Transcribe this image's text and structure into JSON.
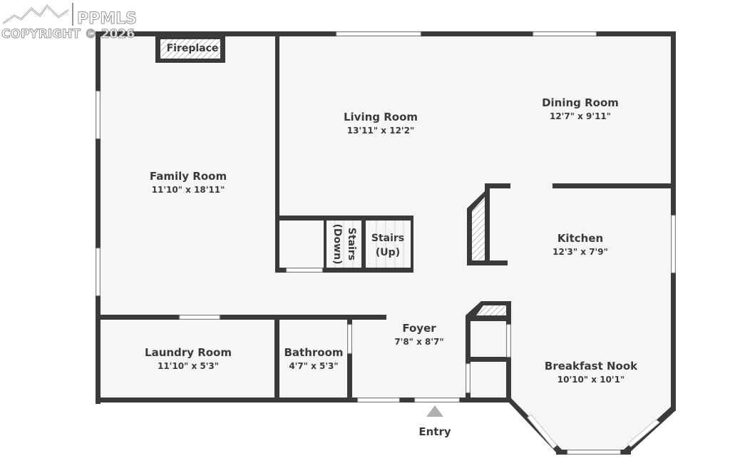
{
  "watermark": {
    "brand": "PPMLS",
    "copyright": "COPYRIGHT © 2026"
  },
  "rooms": [
    {
      "id": "family-room",
      "name": "Family Room",
      "dims": "11'10\" x 18'11\""
    },
    {
      "id": "living-room",
      "name": "Living Room",
      "dims": "13'11\" x 12'2\""
    },
    {
      "id": "dining-room",
      "name": "Dining Room",
      "dims": "12'7\" x 9'11\""
    },
    {
      "id": "kitchen",
      "name": "Kitchen",
      "dims": "12'3\" x 7'9\""
    },
    {
      "id": "laundry-room",
      "name": "Laundry Room",
      "dims": "11'10\" x 5'3\""
    },
    {
      "id": "bathroom",
      "name": "Bathroom",
      "dims": "4'7\" x 5'3\""
    },
    {
      "id": "foyer",
      "name": "Foyer",
      "dims": "7'8\" x 8'7\""
    },
    {
      "id": "breakfast-nook",
      "name": "Breakfast Nook",
      "dims": "10'10\" x 10'1\""
    }
  ],
  "features": {
    "fireplace": "Fireplace",
    "stairs_down_1": "Stairs",
    "stairs_down_2": "(Down)",
    "stairs_up_1": "Stairs",
    "stairs_up_2": "(Up)",
    "entry": "Entry"
  },
  "colors": {
    "wall": "#3a3a3a",
    "floor": "#f6f6f6",
    "entry_marker": "#b0b0b0"
  }
}
